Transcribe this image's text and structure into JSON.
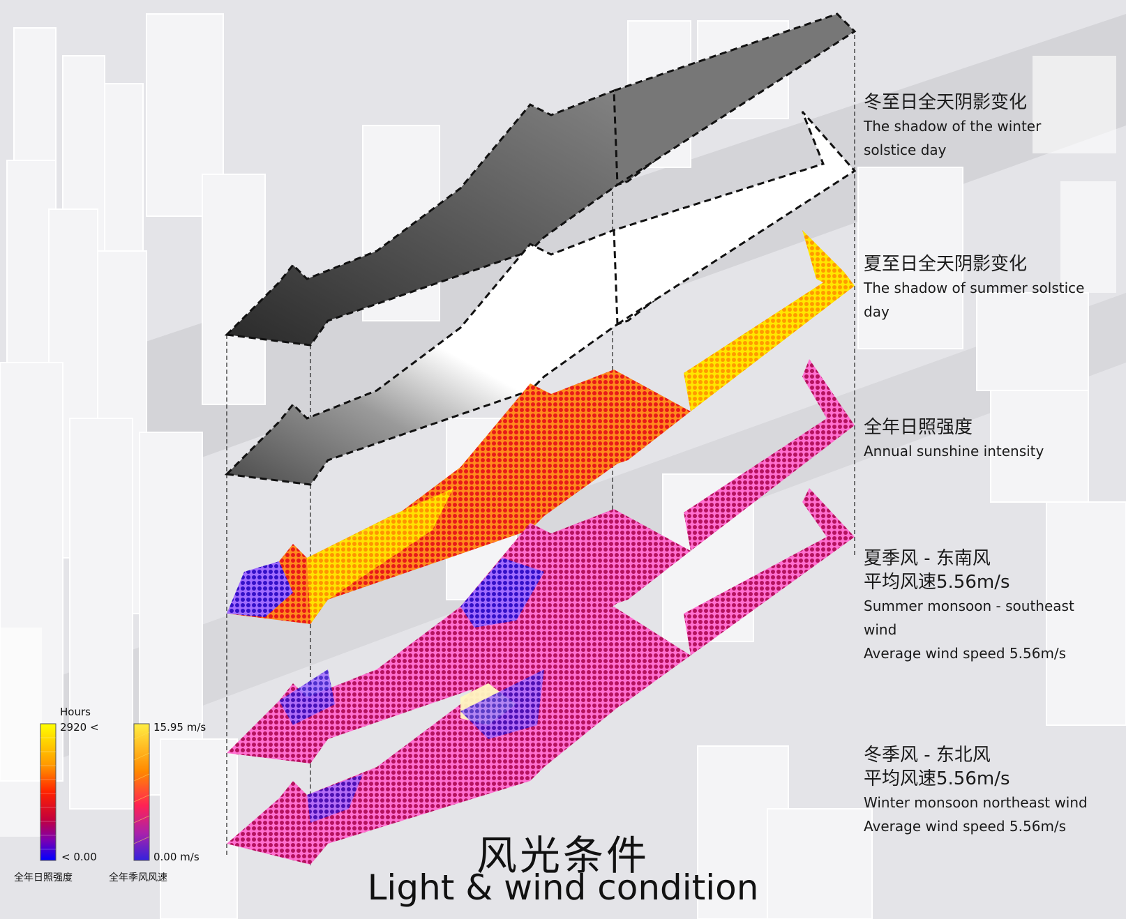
{
  "layers": [
    {
      "cn": "冬至日全天阴影变化",
      "en": "The shadow of the winter solstice day"
    },
    {
      "cn": "夏至日全天阴影变化",
      "en": "The shadow of summer solstice day"
    },
    {
      "cn": "全年日照强度",
      "en": "Annual sunshine intensity"
    },
    {
      "cn1": "夏季风 - 东南风",
      "cn2": "平均风速5.56m/s",
      "en1": "Summer monsoon - southeast wind",
      "en2": "Average wind speed 5.56m/s"
    },
    {
      "cn1": "冬季风 - 东北风",
      "cn2": "平均风速5.56m/s",
      "en1": "Winter monsoon northeast wind",
      "en2": "Average wind speed 5.56m/s"
    }
  ],
  "legend_sun": {
    "unit": "Hours",
    "max": "2920 <",
    "min": "< 0.00",
    "title": "全年日照强度"
  },
  "legend_wind": {
    "max": "15.95 m/s",
    "min": "0.00 m/s",
    "title": "全年季风风速"
  },
  "title": {
    "cn": "风光条件",
    "en": "Light & wind condition"
  },
  "colors": {
    "sun_gradient": [
      "#ffff00",
      "#ff9900",
      "#ff3300",
      "#cc0033",
      "#8800aa",
      "#0000ff"
    ],
    "wind_gradient": [
      "#ffee44",
      "#ff8800",
      "#ff2255",
      "#aa22aa",
      "#3322dd"
    ],
    "winter_shadow": "#555555",
    "summer_shadow": "#bdbdbd",
    "sunshine": "#ff3d10",
    "wind": "#d33a9a"
  }
}
